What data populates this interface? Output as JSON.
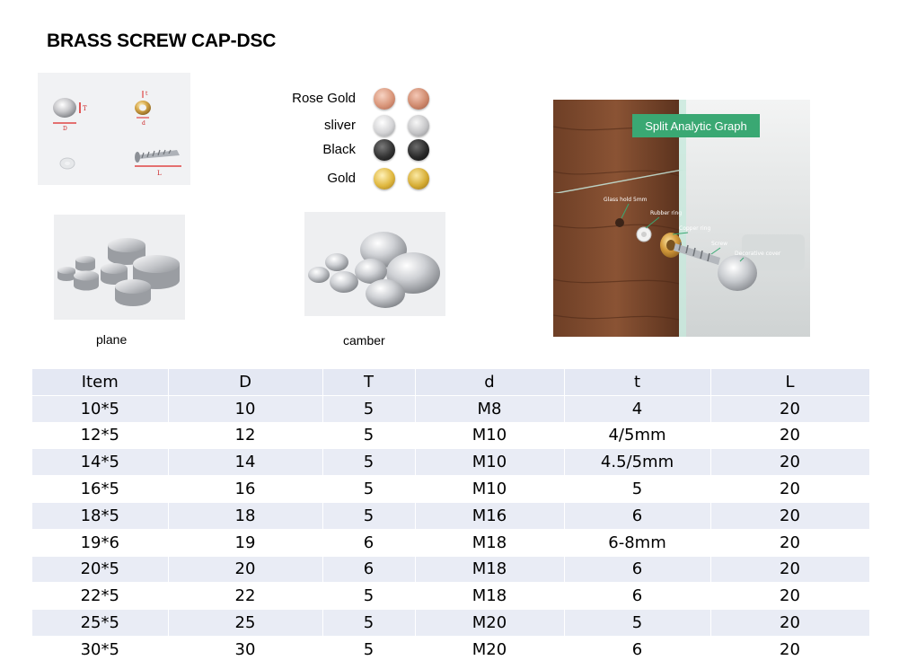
{
  "title": "BRASS SCREW CAP-DSC",
  "dimension_image": {
    "labels": {
      "T": "T",
      "D": "D",
      "t": "t",
      "d": "d",
      "L": "L"
    }
  },
  "finishes": [
    {
      "label": "Rose Gold",
      "color": "#d9967a",
      "color_dark": "#a8604a"
    },
    {
      "label": "sliver",
      "color": "#e2e2e2",
      "color_dark": "#9a9a9a"
    },
    {
      "label": "Black",
      "color": "#3a3a3a",
      "color_dark": "#111111"
    },
    {
      "label": "Gold",
      "color": "#e8c24a",
      "color_dark": "#a6801c"
    }
  ],
  "captions": {
    "plane": "plane",
    "camber": "camber"
  },
  "analytic": {
    "banner": "Split Analytic Graph",
    "banner_color": "#3aa873",
    "parts": [
      "Glass hold 5mm",
      "Rubber ring",
      "Copper ring",
      "Screw",
      "Decorative cover"
    ]
  },
  "table": {
    "headers": [
      "Item",
      "D",
      "T",
      "d",
      "t",
      "L"
    ],
    "rows": [
      [
        "10*5",
        "10",
        "5",
        "M8",
        "4",
        "20"
      ],
      [
        "12*5",
        "12",
        "5",
        "M10",
        "4/5mm",
        "20"
      ],
      [
        "14*5",
        "14",
        "5",
        "M10",
        "4.5/5mm",
        "20"
      ],
      [
        "16*5",
        "16",
        "5",
        "M10",
        "5",
        "20"
      ],
      [
        "18*5",
        "18",
        "5",
        "M16",
        "6",
        "20"
      ],
      [
        "19*6",
        "19",
        "6",
        "M18",
        "6-8mm",
        "20"
      ],
      [
        "20*5",
        "20",
        "6",
        "M18",
        "6",
        "20"
      ],
      [
        "22*5",
        "22",
        "5",
        "M18",
        "6",
        "20"
      ],
      [
        "25*5",
        "25",
        "5",
        "M20",
        "5",
        "20"
      ],
      [
        "30*5",
        "30",
        "5",
        "M20",
        "6",
        "20"
      ]
    ]
  }
}
